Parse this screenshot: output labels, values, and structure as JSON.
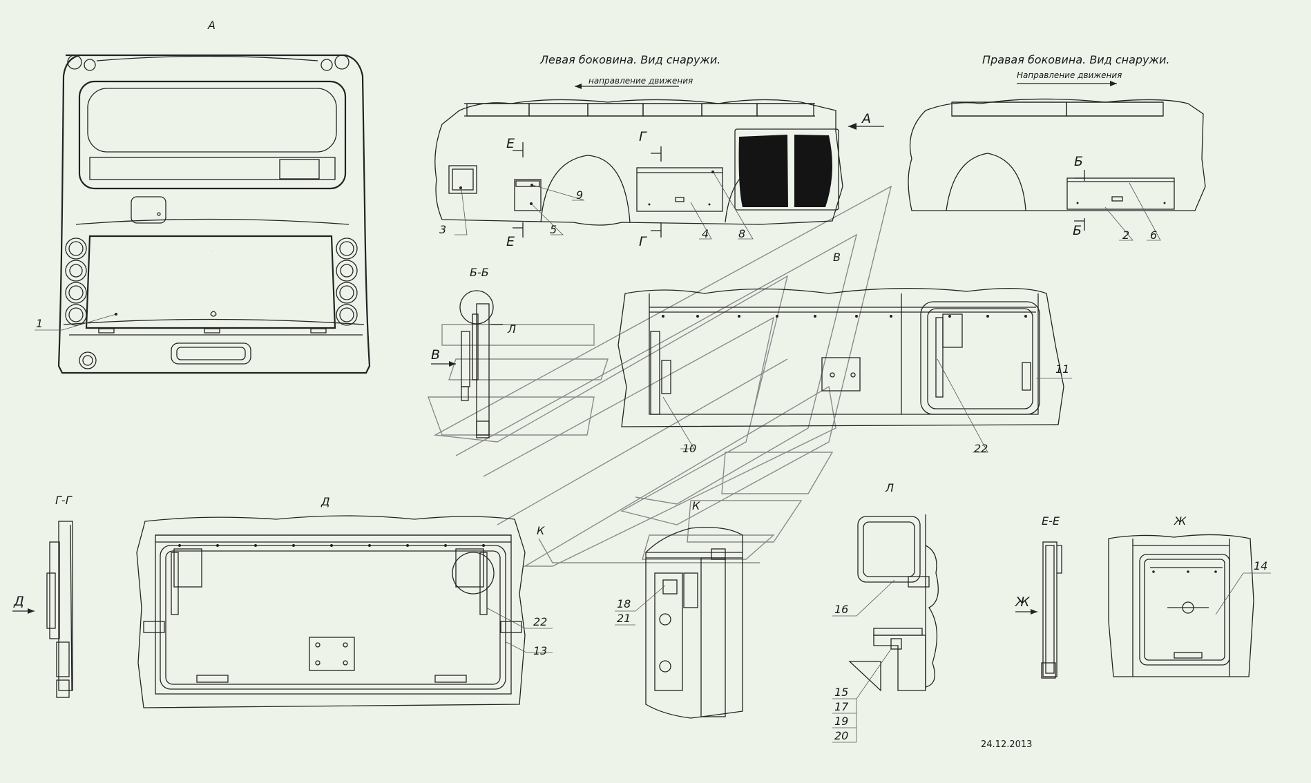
{
  "views": {
    "rear_view_label": "А",
    "left_side_title": "Левая боковина. Вид снаружи.",
    "left_direction": "направление движения",
    "right_side_title": "Правая боковина. Вид снаружи.",
    "right_direction": "Направление движения",
    "view_a_arrow": "А",
    "view_v_label": "В",
    "section_bb": "Б-Б",
    "section_gg": "Г-Г",
    "view_d_label": "Д",
    "view_k_label": "К",
    "view_l_label": "Л",
    "section_ee": "Е-Е",
    "view_zh_label": "Ж"
  },
  "markers": {
    "e_top": "Е",
    "e_bottom": "Е",
    "g_top": "Г",
    "g_bottom": "Г",
    "b_top": "Б",
    "b_bottom": "Б",
    "v_arrow": "В",
    "d_arrow": "Д",
    "zh_arrow": "Ж",
    "k_ref": "К",
    "l_ref": "Л"
  },
  "callouts": {
    "c1": "1",
    "c2": "2",
    "c3": "3",
    "c4": "4",
    "c5": "5",
    "c6": "6",
    "c8": "8",
    "c9": "9",
    "c10": "10",
    "c11": "11",
    "c13": "13",
    "c14": "14",
    "c16": "16",
    "c22a": "22",
    "c22b": "22",
    "c18": "18",
    "c21": "21",
    "c15": "15",
    "c17": "17",
    "c19": "19",
    "c20": "20"
  },
  "date": "24.12.2013",
  "colors": {
    "background": "#eef3ea",
    "line": "#222222",
    "watermark": "#8a8a8a"
  }
}
